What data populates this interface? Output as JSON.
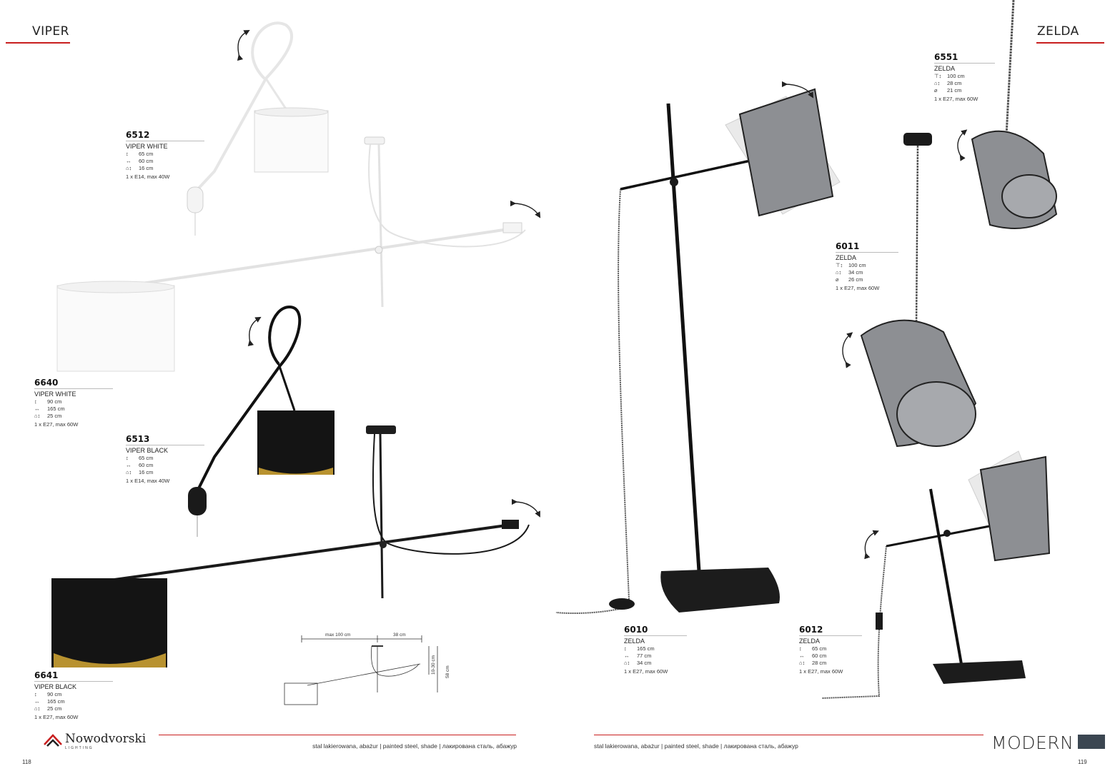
{
  "left_page": {
    "series": "VIPER",
    "page_number": "118",
    "material": "stal lakierowana, abażur | painted steel, shade | лакирована сталь, абажур",
    "brand": {
      "name": "Nowodvorski",
      "sub": "LIGHTING"
    },
    "products": [
      {
        "code": "6512",
        "name": "VIPER WHITE",
        "specs": [
          {
            "icon": "↕",
            "value": "65 cm"
          },
          {
            "icon": "↔",
            "value": "60 cm"
          },
          {
            "icon": "⌂↕",
            "value": "16 cm"
          }
        ],
        "bulb": "1 x E14, max 40W"
      },
      {
        "code": "6640",
        "name": "VIPER WHITE",
        "specs": [
          {
            "icon": "↕",
            "value": "90 cm"
          },
          {
            "icon": "↔",
            "value": "165 cm"
          },
          {
            "icon": "⌂↕",
            "value": "25 cm"
          }
        ],
        "bulb": "1 x E27, max 60W"
      },
      {
        "code": "6513",
        "name": "VIPER BLACK",
        "specs": [
          {
            "icon": "↕",
            "value": "65 cm"
          },
          {
            "icon": "↔",
            "value": "60 cm"
          },
          {
            "icon": "⌂↕",
            "value": "16 cm"
          }
        ],
        "bulb": "1 x E14, max 40W"
      },
      {
        "code": "6641",
        "name": "VIPER BLACK",
        "specs": [
          {
            "icon": "↕",
            "value": "90 cm"
          },
          {
            "icon": "↔",
            "value": "165 cm"
          },
          {
            "icon": "⌂↕",
            "value": "25 cm"
          }
        ],
        "bulb": "1 x E27, max 60W"
      }
    ],
    "diagram": {
      "max_label": "max 100 cm",
      "short_label": "38 cm",
      "drop_label": "10-30 cm",
      "height_label": "58 cm"
    }
  },
  "right_page": {
    "series": "ZELDA",
    "page_number": "119",
    "material": "stal lakierowana, abażur | painted steel, shade | лакирована сталь, абажур",
    "collection": "MODERN",
    "products": [
      {
        "code": "6551",
        "name": "ZELDA",
        "specs": [
          {
            "icon": "⊤↕",
            "value": "100 cm"
          },
          {
            "icon": "⌂↕",
            "value": "28 cm"
          },
          {
            "icon": "⌀",
            "value": "21 cm"
          }
        ],
        "bulb": "1 x E27, max 60W"
      },
      {
        "code": "6011",
        "name": "ZELDA",
        "specs": [
          {
            "icon": "⊤↕",
            "value": "100 cm"
          },
          {
            "icon": "⌂↕",
            "value": "34 cm"
          },
          {
            "icon": "⌀",
            "value": "26 cm"
          }
        ],
        "bulb": "1 x E27, max 60W"
      },
      {
        "code": "6010",
        "name": "ZELDA",
        "specs": [
          {
            "icon": "↕",
            "value": "165 cm"
          },
          {
            "icon": "↔",
            "value": "77 cm"
          },
          {
            "icon": "⌂↕",
            "value": "34 cm"
          }
        ],
        "bulb": "1 x E27, max 60W"
      },
      {
        "code": "6012",
        "name": "ZELDA",
        "specs": [
          {
            "icon": "↕",
            "value": "65 cm"
          },
          {
            "icon": "↔",
            "value": "60 cm"
          },
          {
            "icon": "⌂↕",
            "value": "28 cm"
          }
        ],
        "bulb": "1 x E27, max 60W"
      }
    ]
  },
  "colors": {
    "accent_red": "#c81e1e",
    "modern_block": "#3b4651",
    "white_shade": "#fafafa",
    "black_shade": "#141414",
    "gold_lining": "#b8922f",
    "gray_shade": "#8d8f93"
  }
}
